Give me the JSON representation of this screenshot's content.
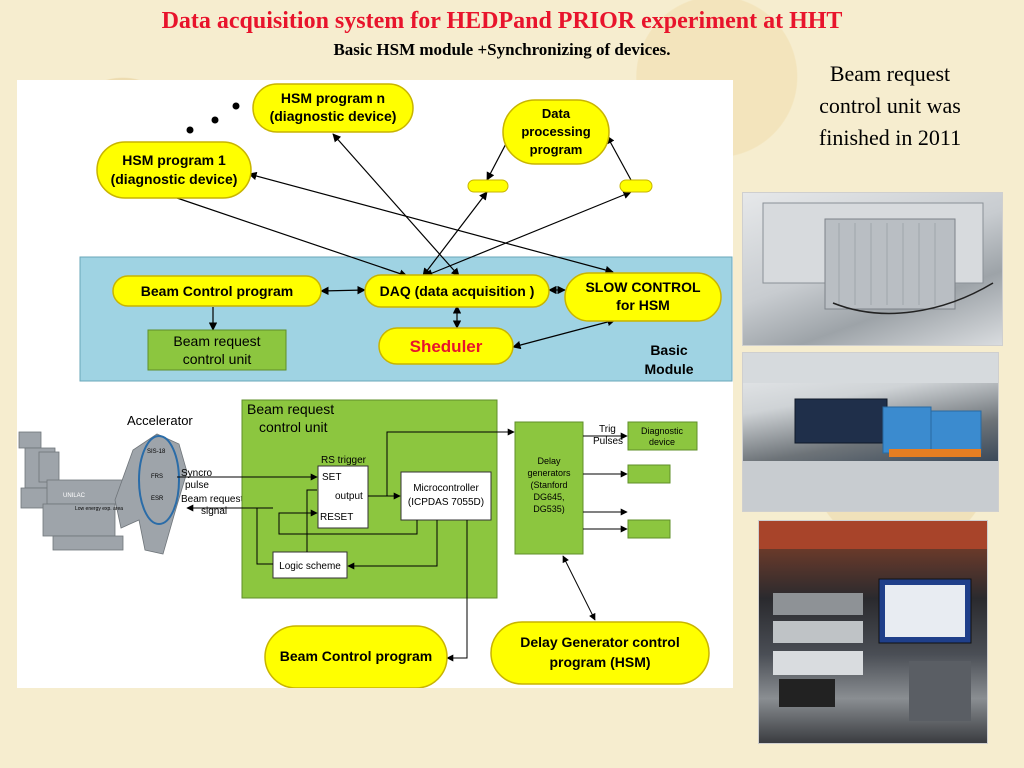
{
  "slide": {
    "title": "Data acquisition system for HEDPand PRIOR experiment at HHT",
    "subtitle": "Basic HSM module +Synchronizing of devices.",
    "note": [
      "Beam request",
      "control unit  was",
      "finished in 2011"
    ]
  },
  "diagram": {
    "nodes": {
      "hsm_n": [
        "HSM program n",
        "(diagnostic device)"
      ],
      "hsm_1": [
        "HSM program 1",
        "(diagnostic device)"
      ],
      "data_proc": [
        "Data",
        "processing",
        "program"
      ],
      "beam_control": "Beam Control program",
      "daq": "DAQ (data acquisition )",
      "slow_control": [
        "SLOW CONTROL",
        "for HSM"
      ],
      "beam_req_unit_top": [
        "Beam request",
        "control unit"
      ],
      "sheduler": "Sheduler",
      "basic_module": [
        "Basic",
        "Module"
      ],
      "accelerator": "Accelerator",
      "synchro": [
        "Syncro",
        "pulse"
      ],
      "beam_req_signal": [
        "Beam request",
        "signal"
      ],
      "beam_req_unit_box": [
        "Beam request",
        "control unit"
      ],
      "rs_trigger": "RS trigger",
      "set": "SET",
      "output": "output",
      "reset": "RESET",
      "microcontroller": [
        "Microcontroller",
        "(ICPDAS 7055D)"
      ],
      "logic": "Logic scheme",
      "delay_gen": [
        "Delay",
        "generators",
        "(Stanford",
        "DG645,",
        "DG535)"
      ],
      "trig": [
        "Trig",
        "Pulses"
      ],
      "diag_device": [
        "Diagnostic",
        "device"
      ],
      "beam_control_bottom": "Beam Control program",
      "delay_ctrl": [
        "Delay Generator control",
        "program (HSM)"
      ]
    },
    "map_labels": [
      "SIS-18",
      "UNILAC",
      "ESR",
      "FRS",
      "Low energy exp. area"
    ]
  },
  "colors": {
    "title": "#e8142c",
    "yellow": "#ffff00",
    "green": "#8cc63f",
    "blue_panel": "#9fd3e3",
    "accent_red": "#e8142c"
  }
}
